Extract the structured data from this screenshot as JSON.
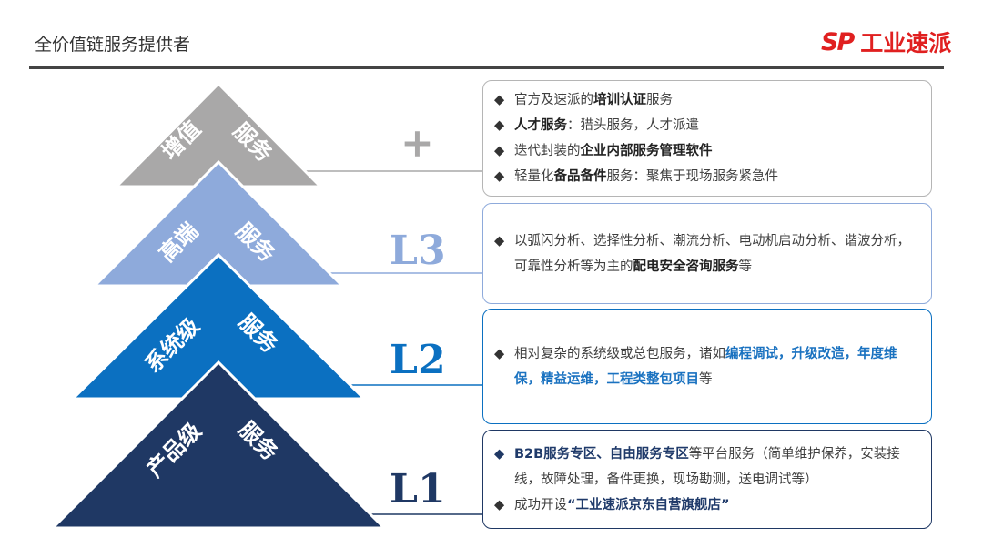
{
  "title": "全价值链服务提供者",
  "logo": {
    "mark": "SP",
    "name": "工业速派"
  },
  "colors": {
    "gray": "#a9a8a8",
    "light_blue": "#8eaadb",
    "blue": "#0b70c1",
    "navy": "#1f3864"
  },
  "tiers": [
    {
      "left": "增值",
      "right": "服务",
      "level": "+"
    },
    {
      "left": "高端",
      "right": "服务",
      "level": "L3"
    },
    {
      "left": "系统级",
      "right": "服务",
      "level": "L2"
    },
    {
      "left": "产品级",
      "right": "服务",
      "level": "L1"
    }
  ],
  "boxes": {
    "b1": [
      "官方及速派的",
      "培训认证",
      "服务",
      "人才服务",
      "：猎头服务，人才派遣",
      "迭代封装的",
      "企业内部服务管理软件",
      "轻量化",
      "备品备件",
      "服务：聚焦于现场服务紧急件"
    ],
    "b2": [
      "以弧闪分析、选择性分析、潮流分析、电动机启动分析、谐波分析，可靠性分析等为主的",
      "配电安全咨询服务",
      "等"
    ],
    "b3": [
      "相对复杂的系统级或总包服务，诸如",
      "编程调试，升级改造，年度维保，精益运维，工程类整包项目",
      "等"
    ],
    "b4": [
      "B2B服务专区、自由服务专区",
      "等平台服务（简单维护保养，安装接线，故障处理，备件更换，现场勘测，送电调试等）",
      "成功开设",
      "“工业速派京东自营旗舰店”"
    ]
  },
  "bullet": "◆"
}
